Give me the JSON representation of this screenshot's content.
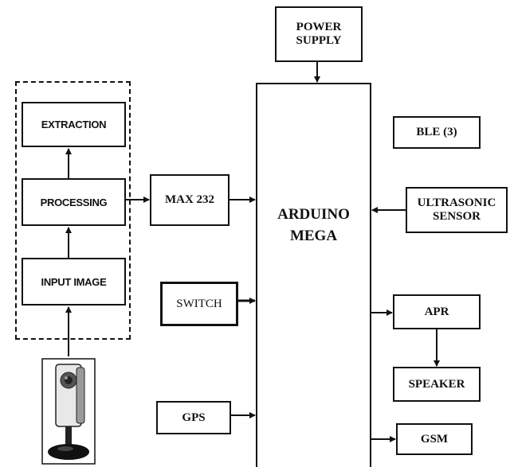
{
  "blocks": {
    "power_supply": "POWER\nSUPPLY",
    "extraction": "EXTRACTION",
    "processing": "PROCESSING",
    "input_image": "INPUT IMAGE",
    "max232": "MAX 232",
    "arduino": "ARDUINO\nMEGA",
    "ble": "BLE (3)",
    "ultrasonic": "ULTRASONIC\nSENSOR",
    "switch": "SWITCH",
    "apr": "APR",
    "speaker": "SPEAKER",
    "gps": "GPS",
    "gsm": "GSM"
  },
  "camera": {
    "icon": "camera-icon"
  }
}
